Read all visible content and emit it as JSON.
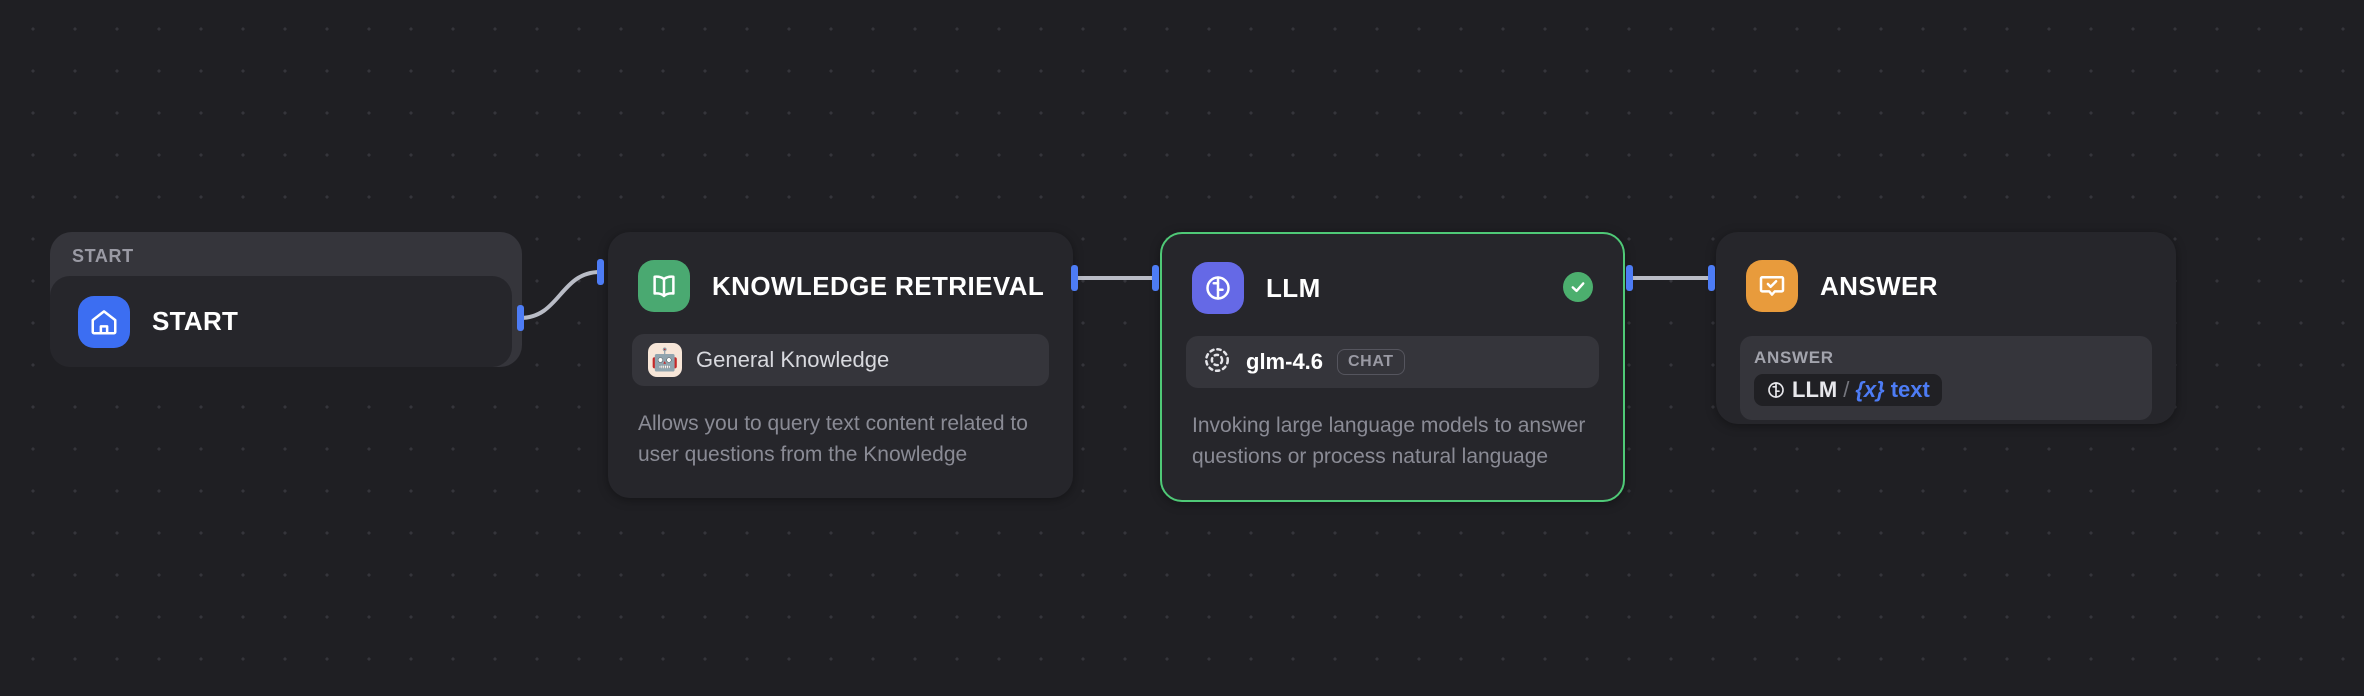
{
  "canvas": {
    "background_color": "#1f1f23",
    "grid": "dot-grid"
  },
  "edges": [
    {
      "name": "start-to-knowledge-retrieval",
      "from": "START",
      "to": "KNOWLEDGE RETRIEVAL",
      "style": "bezier",
      "color": "#b9bcc6"
    },
    {
      "name": "knowledge-retrieval-to-llm",
      "from": "KNOWLEDGE RETRIEVAL",
      "to": "LLM",
      "style": "straight",
      "color": "#b9bcc6"
    },
    {
      "name": "llm-to-answer",
      "from": "LLM",
      "to": "ANSWER",
      "style": "straight",
      "color": "#b9bcc6"
    }
  ],
  "nodes": {
    "start_group": {
      "group_label": "START",
      "title": "START",
      "icon": "home-icon",
      "icon_color": "#3c6ef2"
    },
    "knowledge_retrieval": {
      "title": "KNOWLEDGE RETRIEVAL",
      "icon": "book-icon",
      "icon_color": "#4aa971",
      "dataset_emoji": "🤖",
      "dataset_label": "General Knowledge",
      "description": "Allows you to query text content related to user questions from the Knowledge"
    },
    "llm": {
      "title": "LLM",
      "icon": "brain-icon",
      "icon_color": "#6569e6",
      "selected": true,
      "selection_color": "#4fc977",
      "status_icon": "check-circle-icon",
      "status_color": "#4caf6e",
      "model_name": "glm-4.6",
      "model_icon": "glm-model-icon",
      "model_tag": "CHAT",
      "description": "Invoking large language models to answer questions or process natural language"
    },
    "answer": {
      "title": "ANSWER",
      "icon": "answer-bubble-check-icon",
      "icon_color": "#e89b3c",
      "field_label": "ANSWER",
      "variable": {
        "source_icon": "brain-icon",
        "source_node": "LLM",
        "separator": "/",
        "brace": "{x}",
        "variable_name": "text"
      }
    }
  }
}
